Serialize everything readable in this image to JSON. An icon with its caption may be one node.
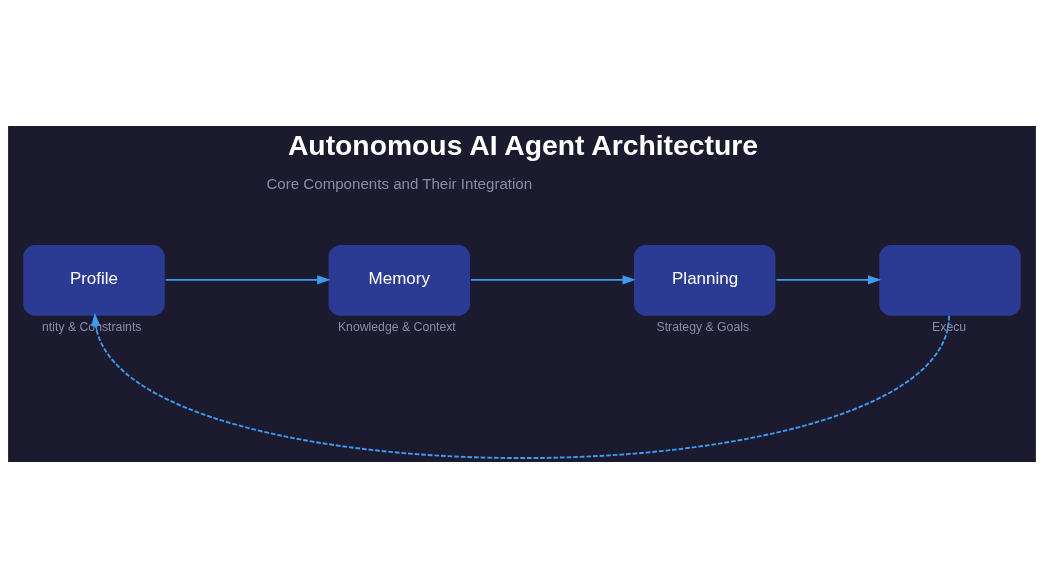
{
  "diagram": {
    "title": "Autonomous AI Agent Architecture",
    "nodes": [
      {
        "text": [
          "Profile"
        ],
        "beside": [
          "ntity & Constraints"
        ]
      },
      {
        "text": [
          "Memory"
        ],
        "beside": [
          "Knowledge & Context"
        ]
      },
      {
        "text": [
          "Planning"
        ],
        "beside": [
          "Strategy & Goals"
        ]
      },
      {
        "text": [],
        "shape": "box",
        "beside": [
          "Execu"
        ]
      }
    ],
    "edges": [
      {
        "from": 0,
        "to": 1,
        "arrow": "to"
      },
      {
        "from": 1,
        "to": 2,
        "arrow": "to"
      },
      {
        "from": 2,
        "to": 3,
        "arrow": "to"
      },
      {
        "from": 3,
        "to": 0,
        "arrow": "to",
        "style": "dashed"
      }
    ],
    "labels": [
      "Core Components and Their Integration"
    ]
  }
}
